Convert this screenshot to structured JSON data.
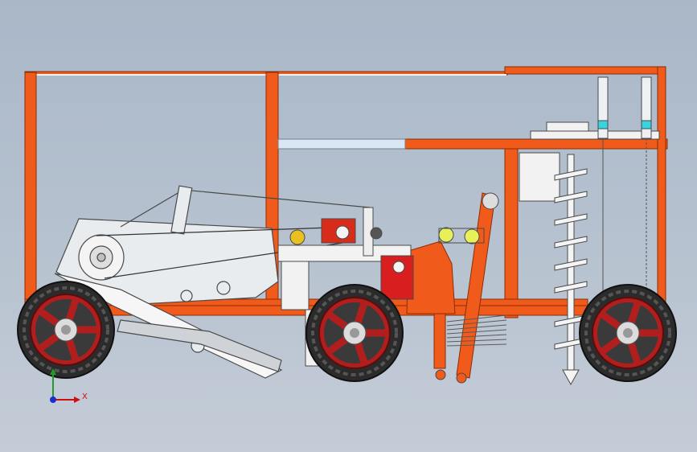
{
  "viewport": {
    "background_top": "#a9b7c8",
    "background_bottom": "#c4ccd7"
  },
  "colors": {
    "frame": "#f05a1a",
    "frame_edge": "#8a2e08",
    "tire": "#2b2b2b",
    "rim": "#b01e1e",
    "steel": "#e9ecef",
    "steel_edge": "#4a4a4a",
    "accent_red": "#d81e1e",
    "glass": "#dbe6f5"
  },
  "model": {
    "wheels": [
      "front-left-wheel",
      "middle-wheel",
      "rear-wheel"
    ],
    "icons": [
      "triad-icon",
      "wheel-icon",
      "auger-icon",
      "gear-icon"
    ]
  },
  "triad": {
    "x_label": "X",
    "x_color": "#d01010",
    "y_color": "#1f9d2a",
    "z_color": "#1a2fd0"
  }
}
